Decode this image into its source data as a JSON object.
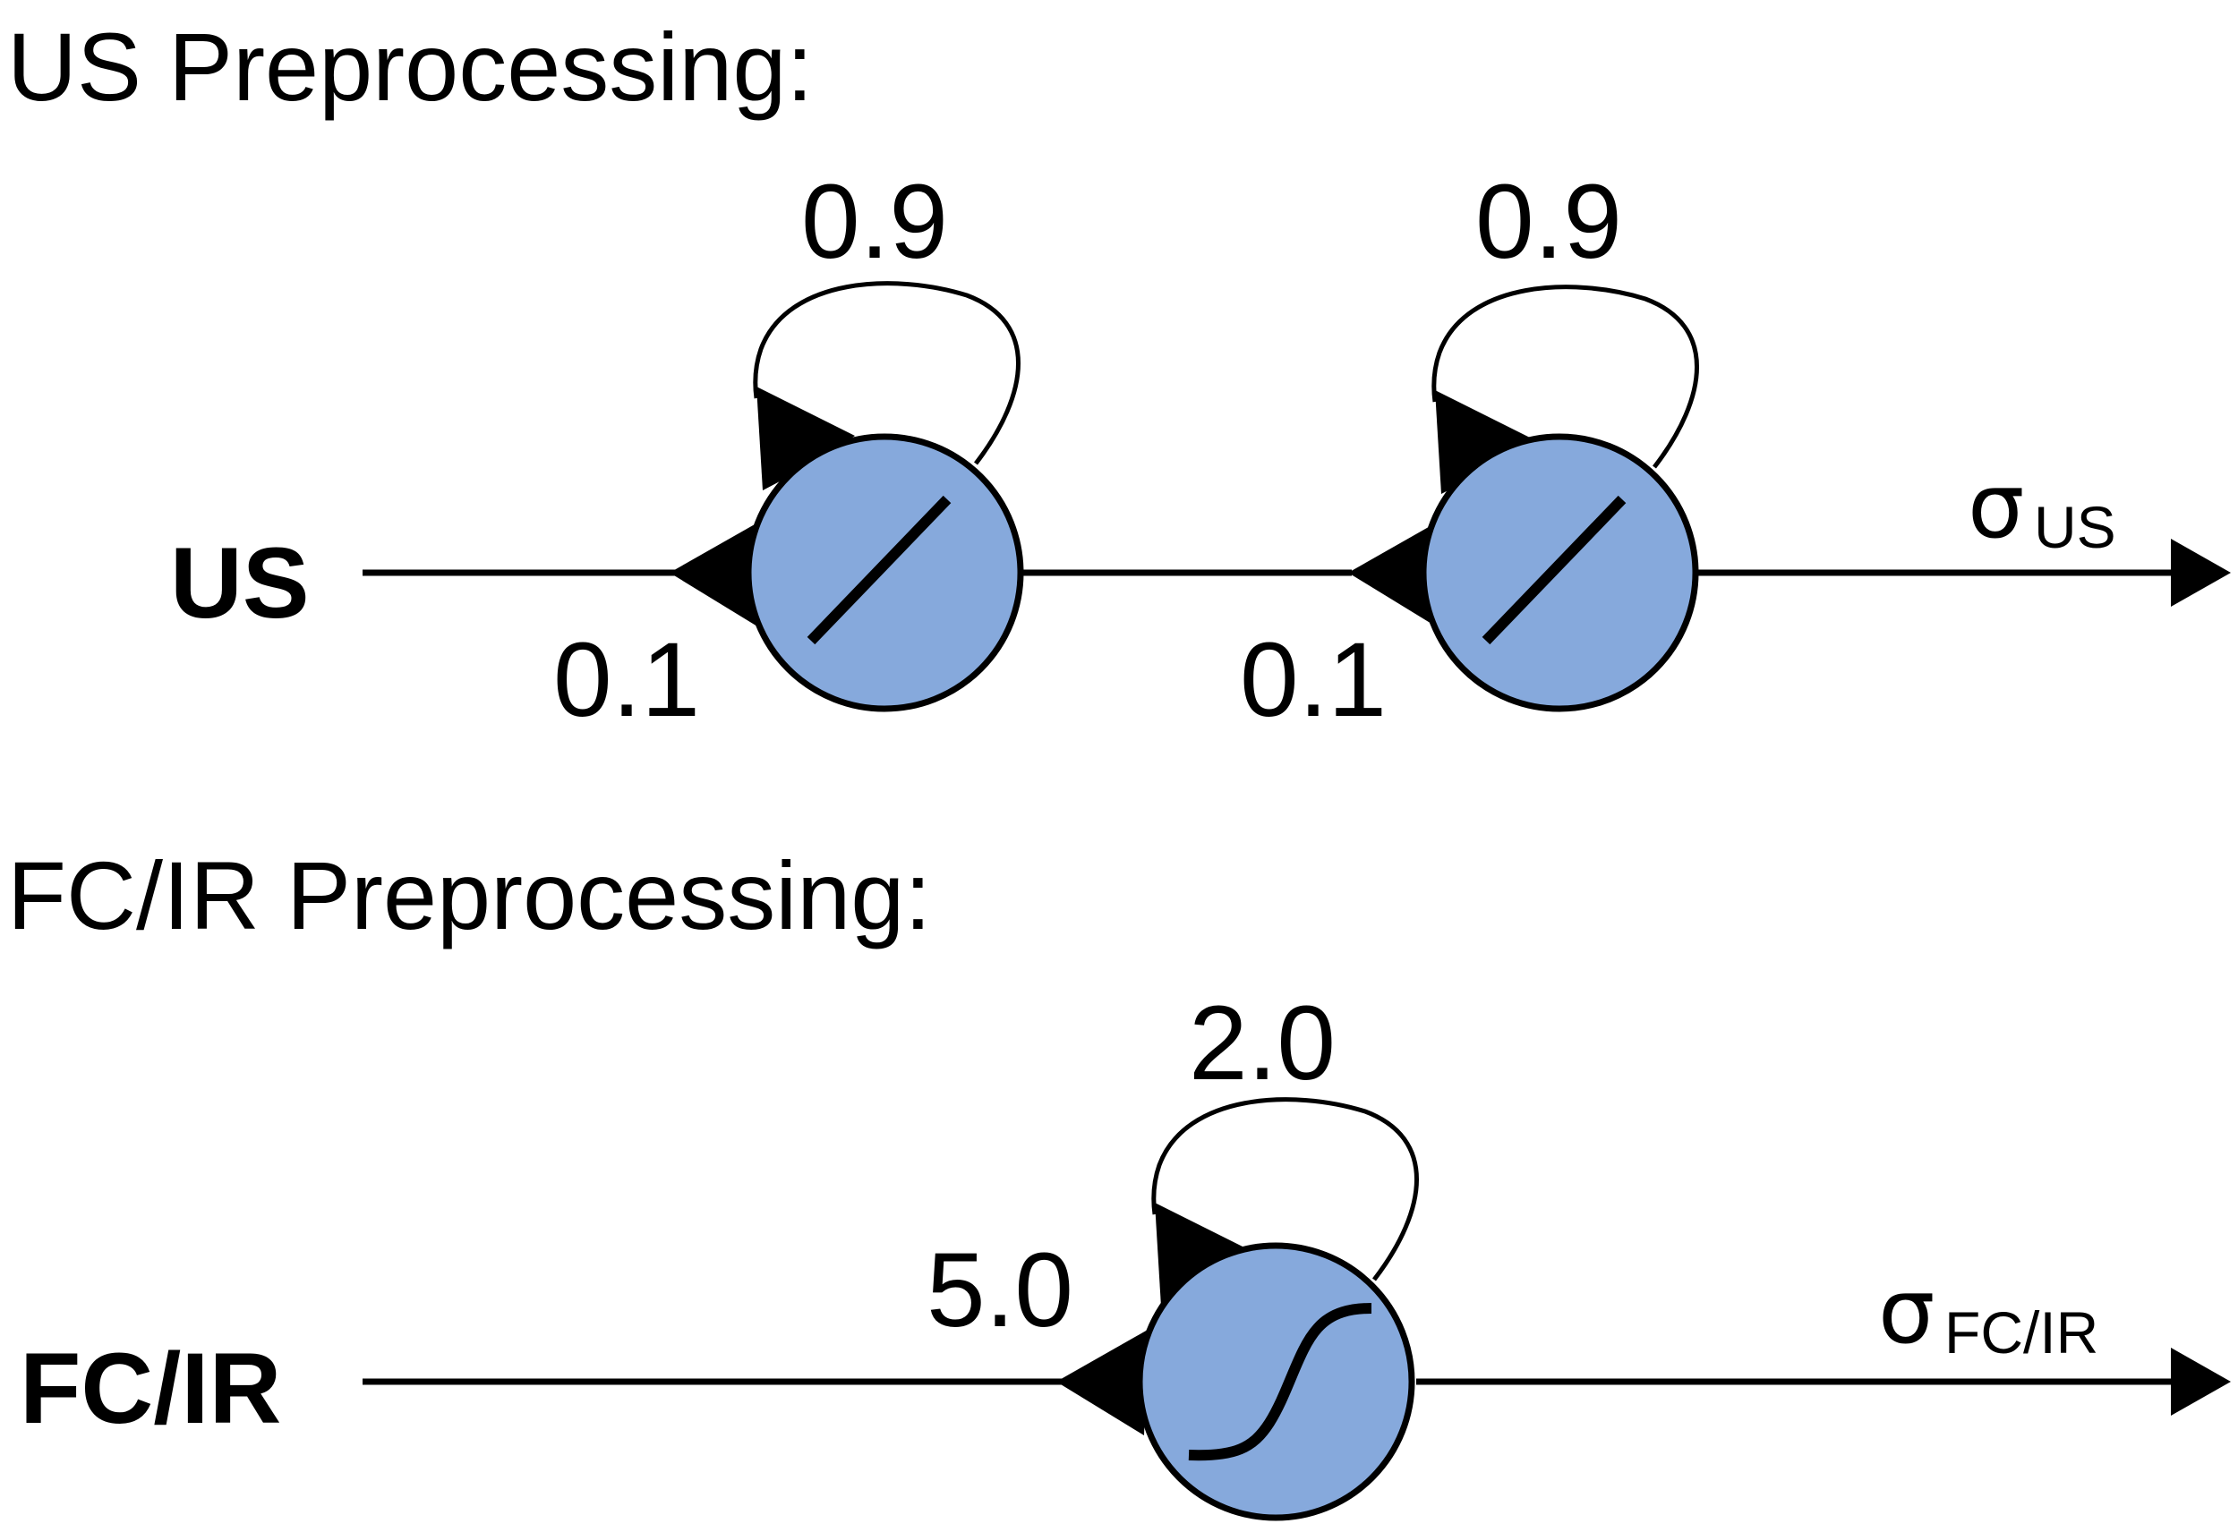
{
  "us_section": {
    "heading": "US Preprocessing:",
    "input_label": "US",
    "units": [
      {
        "self_weight": "0.9",
        "input_weight": "0.1",
        "activation": "linear"
      },
      {
        "self_weight": "0.9",
        "input_weight": "0.1",
        "activation": "linear"
      }
    ],
    "output_symbol": "σ",
    "output_subscript": "US"
  },
  "fcir_section": {
    "heading": "FC/IR Preprocessing:",
    "input_label": "FC/IR",
    "units": [
      {
        "self_weight": "2.0",
        "input_weight": "5.0",
        "activation": "sigmoid"
      }
    ],
    "output_symbol": "σ",
    "output_subscript": "FC/IR"
  },
  "colors": {
    "node_fill": "#86a9dc",
    "stroke": "#000000",
    "background": "#ffffff"
  }
}
